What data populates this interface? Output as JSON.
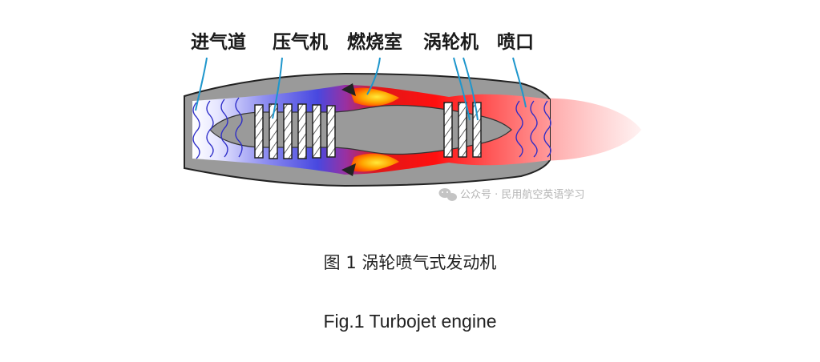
{
  "diagram": {
    "labels": {
      "inlet": "进气道",
      "compressor": "压气机",
      "combustor": "燃烧室",
      "turbine": "涡轮机",
      "nozzle": "喷口"
    },
    "watermark": "公众号 · 民用航空英语学习",
    "watermark_icon": "wechat-icon"
  },
  "caption": {
    "chinese": "图 1 涡轮喷气式发动机",
    "english": "Fig.1 Turbojet engine"
  }
}
